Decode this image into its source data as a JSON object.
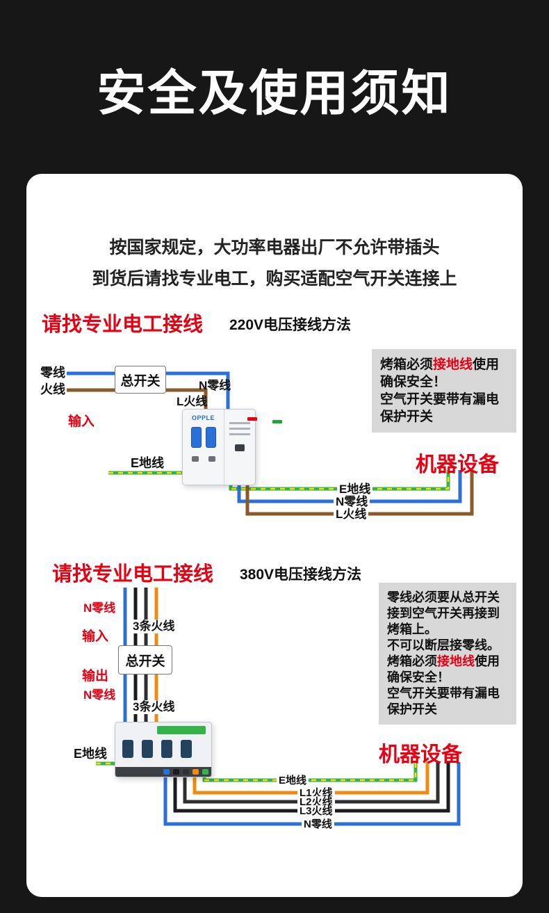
{
  "title": "安全及使用须知",
  "intro": {
    "line1": "按国家规定，大功率电器出厂不允许带插头",
    "line2": "到货后请找专业电工，购买适配空气开关连接上"
  },
  "section_220v": {
    "heading_red": "请找专业电工接线",
    "heading_method": "220V电压接线方法",
    "breaker_brand": "OPPLE",
    "labels": {
      "neutral_in": "零线",
      "live_in": "火线",
      "main_switch": "总开关",
      "n_neutral": "N零线",
      "l_live": "L火线",
      "input": "输入",
      "earth_in": "E地线",
      "device": "机器设备",
      "earth_out": "E地线",
      "neutral_out": "N零线",
      "live_out": "L火线"
    },
    "note": {
      "line1_black1": "烤箱必须",
      "line1_red": "接地线",
      "line1_black2": "使用",
      "line2": "确保安全！",
      "line3": "空气开关要带有漏电",
      "line4": "保护开关"
    }
  },
  "section_380v": {
    "heading_red": "请找专业电工接线",
    "heading_method": "380V电压接线方法",
    "labels": {
      "n_neutral_in": "N零线",
      "input": "输入",
      "three_live_in": "3条火线",
      "main_switch": "总开关",
      "output": "输出",
      "n_neutral_mid": "N零线",
      "three_live_out": "3条火线",
      "earth_in": "E地线",
      "device": "机器设备",
      "earth_out": "E地线",
      "l1_out": "L1火线",
      "l2_out": "L2火线",
      "l3_out": "L3火线",
      "n_out": "N零线"
    },
    "note": {
      "line1": "零线必须要从总开关",
      "line2": "接到空气开关再接到",
      "line3": "烤箱上。",
      "line4": "不可以断层接零线。",
      "line5_black1": "烤箱必须",
      "line5_red": "接地线",
      "line5_black2": "使用",
      "line6": "确保安全！",
      "line7": "空气开关要带有漏电",
      "line8": "保护开关"
    }
  },
  "colors": {
    "page_bg": "#171717",
    "card_bg": "#ffffff",
    "accent_red": "#e60012",
    "note_bg": "#d8d8d8",
    "wire_blue": "#2b6fd8",
    "wire_brown": "#8a5a2b",
    "wire_green": "#35b34a",
    "wire_yellow": "#ffe100",
    "wire_orange": "#ef8b13",
    "wire_black": "#1c1c1c"
  }
}
